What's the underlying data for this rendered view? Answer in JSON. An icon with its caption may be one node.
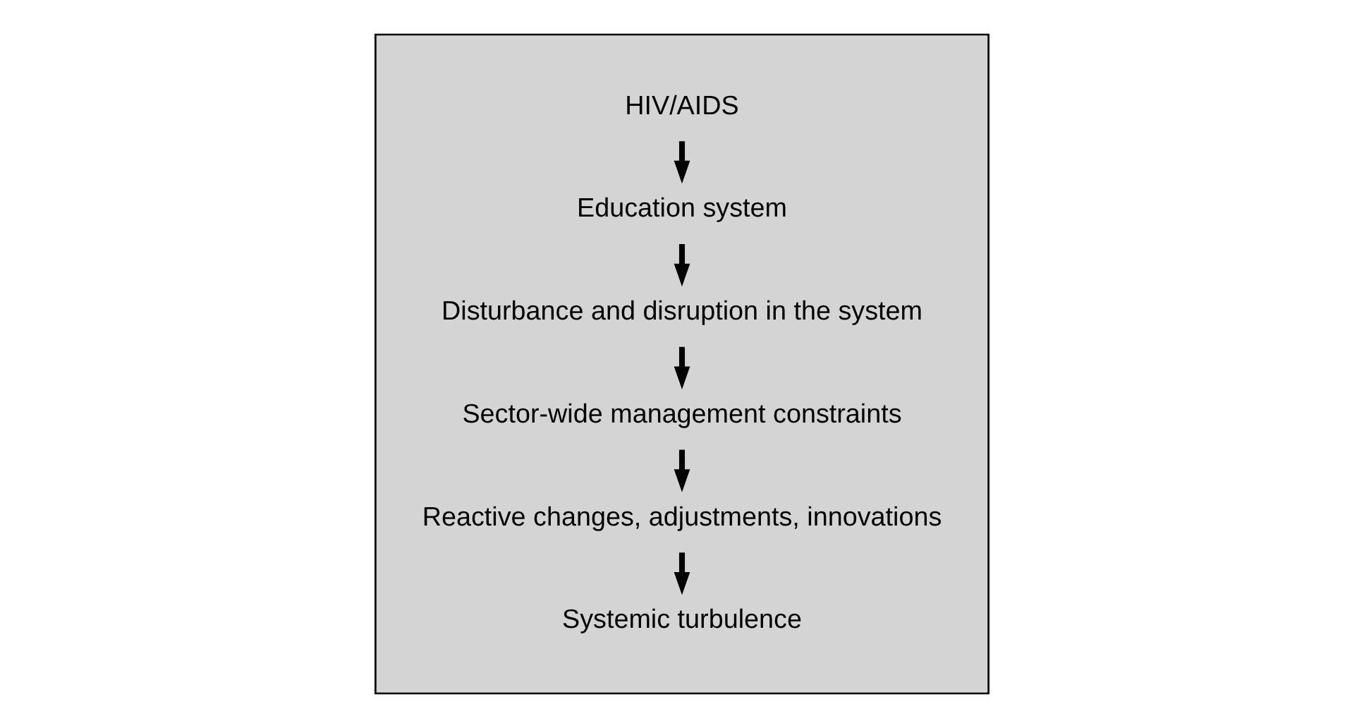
{
  "diagram": {
    "nodes": [
      {
        "text": [],
        "shape": "box"
      },
      {
        "text": [
          "HIV/AIDS"
        ],
        "in": 0
      },
      {
        "text": [
          "Education system"
        ],
        "in": 0
      },
      {
        "text": [
          "Disturbance and disruption in the system"
        ],
        "in": 0
      },
      {
        "text": [
          "Sector-wide management constraints"
        ],
        "in": 0
      },
      {
        "text": [
          "Reactive changes, adjustments, innovations"
        ],
        "in": 0
      },
      {
        "text": [
          "Systemic turbulence"
        ],
        "in": 0
      }
    ],
    "edges": [
      {
        "from": 1,
        "to": 2,
        "arrow": "to"
      },
      {
        "from": 2,
        "to": 3,
        "arrow": "to"
      },
      {
        "from": 3,
        "to": 4,
        "arrow": "to"
      },
      {
        "from": 4,
        "to": 5,
        "arrow": "to"
      },
      {
        "from": 5,
        "to": 6,
        "arrow": "to"
      }
    ]
  }
}
